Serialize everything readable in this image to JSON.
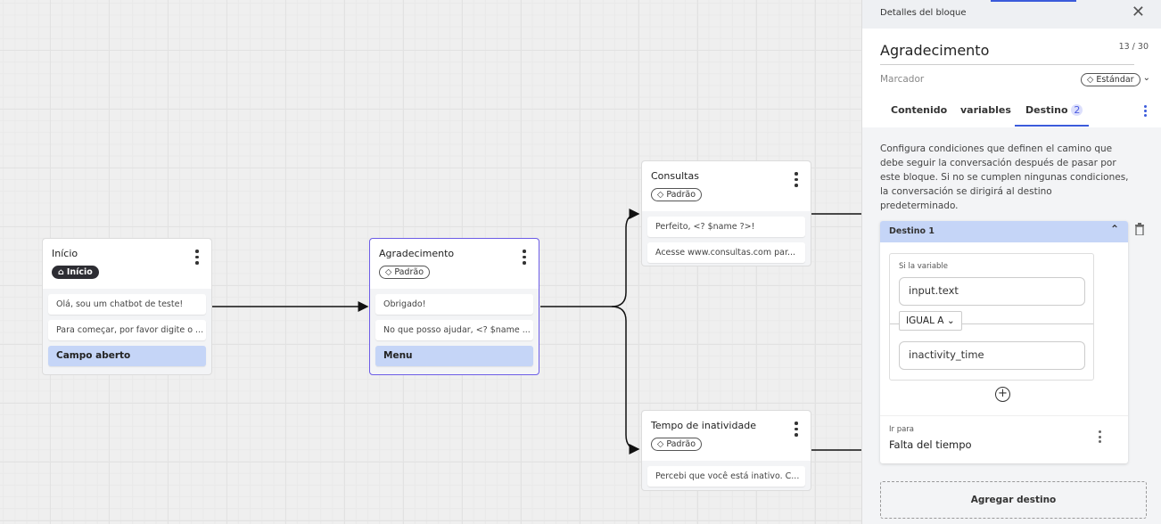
{
  "canvas": {
    "nodes": [
      {
        "title": "Início",
        "badge": "Início",
        "badge_icon": "home-icon",
        "items": [
          "Olá, sou um chatbot de teste!",
          "Para começar, por favor digite o ..."
        ],
        "input_item": "Campo aberto"
      },
      {
        "title": "Agradecimento",
        "badge": "Padrão",
        "badge_icon": "tag-icon",
        "items": [
          "Obrigado!",
          "No que posso ajudar, <? $name ..."
        ],
        "input_item": "Menu"
      },
      {
        "title": "Consultas",
        "badge": "Padrão",
        "badge_icon": "tag-icon",
        "items": [
          "Perfeito, <? $name ?>!",
          "Acesse www.consultas.com par..."
        ]
      },
      {
        "title": "Tempo de inatividade",
        "badge": "Padrão",
        "badge_icon": "tag-icon",
        "items": [
          "Percebi que você está inativo. C..."
        ]
      }
    ]
  },
  "panel": {
    "header": "Detalles del bloque",
    "block_name": "Agradecimento",
    "char_count": "13 / 30",
    "marker_label": "Marcador",
    "marker_value": "Estándar",
    "tabs": [
      {
        "label": "Contenido"
      },
      {
        "label": "variables"
      },
      {
        "label": "Destino",
        "count": "2",
        "active": true
      }
    ],
    "description": "Configura condiciones que definen el camino que debe seguir la conversación después de pasar por este bloque. Si no se cumplen ningunas condiciones, la conversación se dirigirá al destino predeterminado.",
    "destination": {
      "title": "Destino 1",
      "variable_label": "Si la variable",
      "variable": "input.text",
      "operator": "IGUAL A",
      "value": "inactivity_time",
      "goto_label": "Ir para",
      "goto_value": "Falta del tiempo"
    },
    "add_button": "Agregar destino"
  },
  "colors": {
    "accent": "#3b5bdb",
    "selected_node": "#6c5ce7",
    "highlight": "#c5d5f7"
  }
}
